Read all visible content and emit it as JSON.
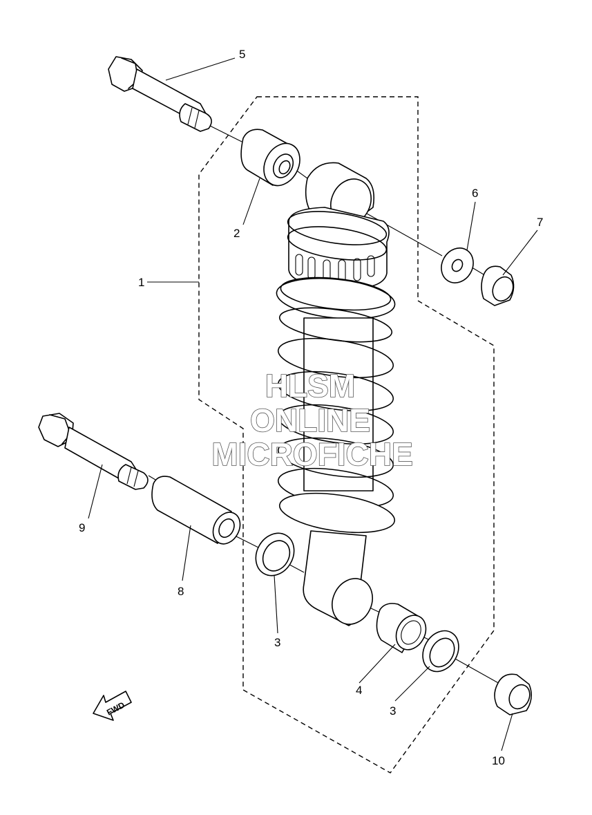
{
  "diagram": {
    "callouts": [
      "1",
      "2",
      "3",
      "3",
      "4",
      "5",
      "6",
      "7",
      "8",
      "9",
      "10"
    ],
    "watermark": [
      "HLSM",
      "ONLINE",
      "MICROFICHE"
    ],
    "direction_label": "FWD"
  }
}
